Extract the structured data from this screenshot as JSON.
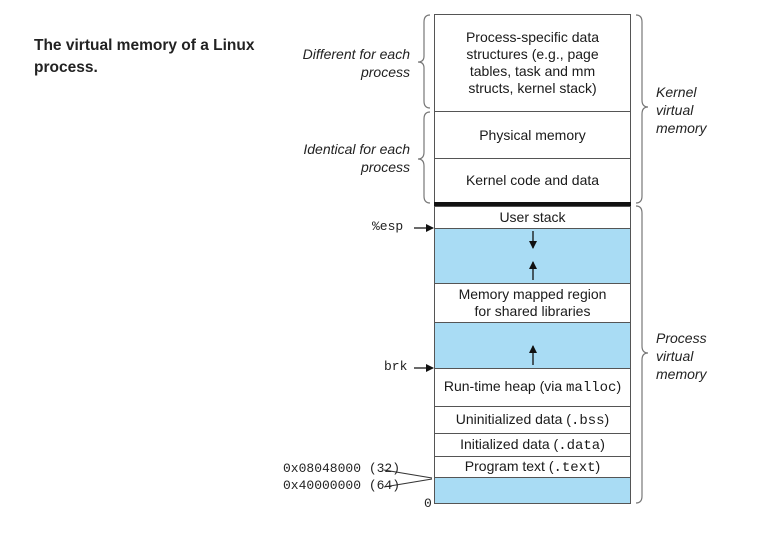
{
  "title": "The virtual memory of a Linux process.",
  "segments": {
    "process_specific": "Process-specific data structures (e.g., page tables, task and mm structs, kernel stack)",
    "physical_memory": "Physical memory",
    "kernel_code": "Kernel code and data",
    "user_stack": "User stack",
    "mmap_line1": "Memory mapped region",
    "mmap_line2": "for shared libraries",
    "heap_prefix": "Run-time heap (via ",
    "heap_code": "malloc",
    "heap_suffix": ")",
    "bss_prefix": "Uninitialized data (",
    "bss_code": ".bss",
    "bss_suffix": ")",
    "data_prefix": "Initialized data (",
    "data_code": ".data",
    "data_suffix": ")",
    "text_prefix": "Program text (",
    "text_code": ".text",
    "text_suffix": ")"
  },
  "left_labels": {
    "different": "Different for each process",
    "identical": "Identical for each process"
  },
  "right_labels": {
    "kernel": "Kernel virtual memory",
    "process": "Process virtual memory"
  },
  "pointers": {
    "esp": "%esp",
    "brk": "brk"
  },
  "addresses": {
    "addr32": "0x08048000 (32)",
    "addr64": "0x40000000 (64)",
    "zero": "0"
  },
  "colors": {
    "free_region": "#a9dcf4",
    "border": "#555555"
  }
}
